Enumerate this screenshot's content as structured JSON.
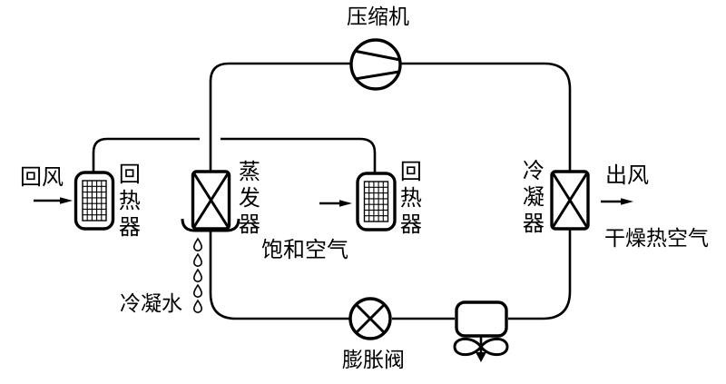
{
  "diagram": {
    "kind": "heat-pump-dehumidifier-cycle-schematic",
    "colors": {
      "line": "#000000",
      "background": "#ffffff"
    },
    "labels": {
      "compressor": "压缩机",
      "return_air": "回风",
      "reheater_left": "回热器",
      "evaporator": "蒸发器",
      "saturated_air": "饱和空气",
      "reheater_right": "回热器",
      "condenser": "冷凝器",
      "outlet_air": "出风",
      "dry_hot_air": "干燥热空气",
      "condensate_water": "冷凝水",
      "expansion_valve": "膨胀阀"
    }
  }
}
